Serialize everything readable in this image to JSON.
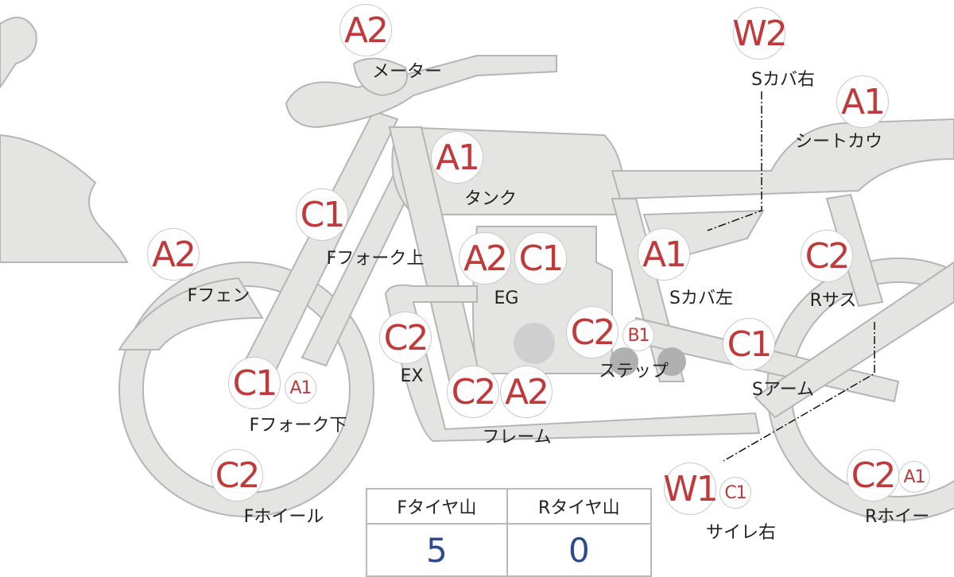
{
  "parts": [
    {
      "id": "meter",
      "grades": [
        "A2"
      ],
      "label": "メーター"
    },
    {
      "id": "side-cover-right",
      "grades": [
        "W2"
      ],
      "label": "Sカバ右"
    },
    {
      "id": "seat-cowl",
      "grades": [
        "A1"
      ],
      "label": "シートカウ"
    },
    {
      "id": "tank",
      "grades": [
        "A1"
      ],
      "label": "タンク"
    },
    {
      "id": "front-fork-upper",
      "grades": [
        "C1"
      ],
      "label": "Fフォーク上"
    },
    {
      "id": "front-fender",
      "grades": [
        "A2"
      ],
      "label": "Fフェン"
    },
    {
      "id": "engine",
      "grades": [
        "A2",
        "C1"
      ],
      "label": "EG"
    },
    {
      "id": "side-cover-left",
      "grades": [
        "A1"
      ],
      "label": "Sカバ左"
    },
    {
      "id": "rear-suspension",
      "grades": [
        "C2"
      ],
      "label": "Rサス"
    },
    {
      "id": "exhaust",
      "grades": [
        "C2"
      ],
      "label": "EX"
    },
    {
      "id": "step",
      "grades": [
        "C2",
        "B1"
      ],
      "label": "ステップ"
    },
    {
      "id": "swing-arm",
      "grades": [
        "C1"
      ],
      "label": "Sアーム"
    },
    {
      "id": "front-fork-lower",
      "grades": [
        "C1",
        "A1"
      ],
      "label": "Fフォーク下"
    },
    {
      "id": "frame",
      "grades": [
        "C2",
        "A2"
      ],
      "label": "フレーム"
    },
    {
      "id": "front-wheel",
      "grades": [
        "C2"
      ],
      "label": "Fホイール"
    },
    {
      "id": "silencer-right",
      "grades": [
        "W1",
        "C1"
      ],
      "label": "サイレ右"
    },
    {
      "id": "rear-wheel",
      "grades": [
        "C2",
        "A1"
      ],
      "label": "Rホイー"
    }
  ],
  "tire_tread": {
    "headers": [
      "Fタイヤ山",
      "Rタイヤ山"
    ],
    "values": [
      "5",
      "0"
    ]
  },
  "colors": {
    "grade_text": "#c0393b",
    "value_text": "#2d4a8f",
    "body_fill": "#e4e4e2",
    "outline": "#b5b5b5"
  }
}
